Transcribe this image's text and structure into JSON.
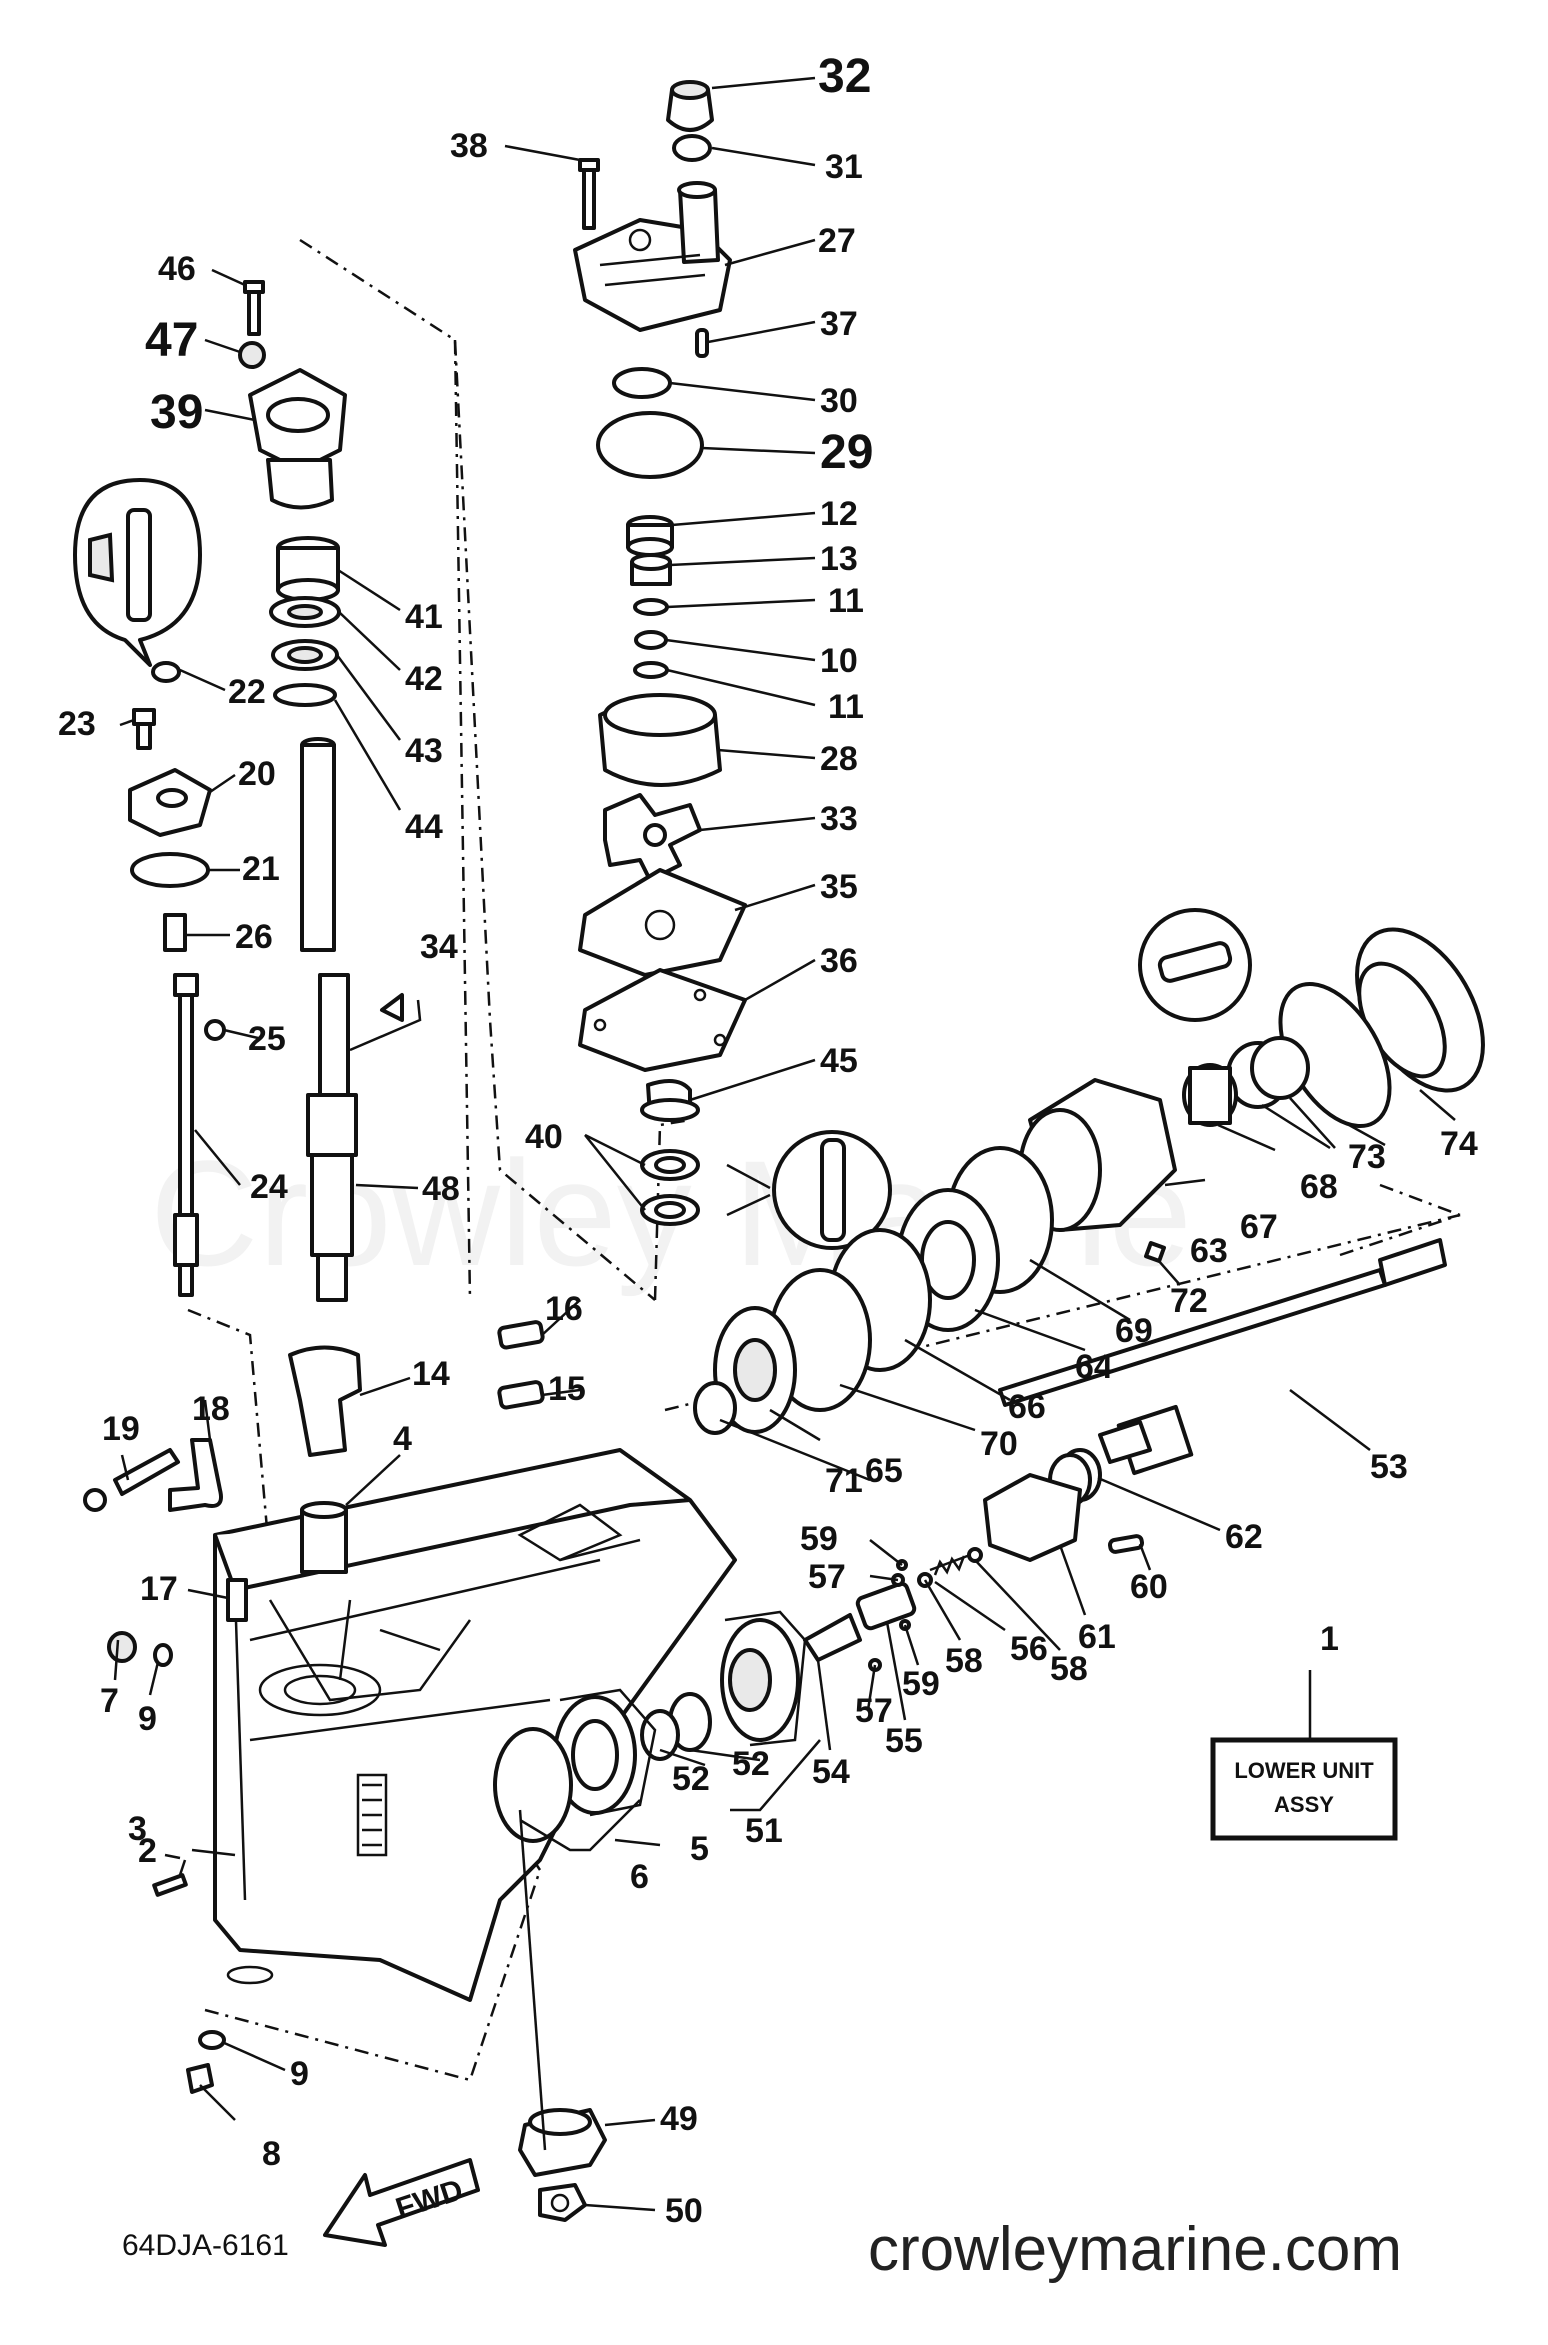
{
  "diagram": {
    "drawing_code": "64DJA-6161",
    "website": "crowleymarine.com",
    "watermark": "Crowley Marine",
    "assembly_box": {
      "line1": "LOWER UNIT",
      "line2": "ASSY"
    },
    "direction_arrow": "FWD",
    "callouts": {
      "p1": "1",
      "p2": "2",
      "p3": "3",
      "p4": "4",
      "p5": "5",
      "p6": "6",
      "p7": "7",
      "p8": "8",
      "p9a": "9",
      "p9b": "9",
      "p10": "10",
      "p11a": "11",
      "p11b": "11",
      "p12": "12",
      "p13": "13",
      "p14": "14",
      "p15": "15",
      "p16": "16",
      "p17": "17",
      "p18": "18",
      "p19": "19",
      "p20": "20",
      "p21": "21",
      "p22": "22",
      "p23": "23",
      "p24": "24",
      "p25": "25",
      "p26": "26",
      "p27": "27",
      "p28": "28",
      "p29": "29",
      "p30": "30",
      "p31": "31",
      "p32": "32",
      "p33": "33",
      "p34": "34",
      "p35": "35",
      "p36": "36",
      "p37": "37",
      "p38": "38",
      "p39": "39",
      "p40": "40",
      "p41": "41",
      "p42": "42",
      "p43": "43",
      "p44": "44",
      "p45": "45",
      "p46": "46",
      "p47": "47",
      "p48": "48",
      "p49": "49",
      "p50": "50",
      "p51": "51",
      "p52a": "52",
      "p52b": "52",
      "p53": "53",
      "p54": "54",
      "p55": "55",
      "p56": "56",
      "p57a": "57",
      "p57b": "57",
      "p58a": "58",
      "p58b": "58",
      "p59a": "59",
      "p59b": "59",
      "p60": "60",
      "p61": "61",
      "p62": "62",
      "p63": "63",
      "p64": "64",
      "p65": "65",
      "p66": "66",
      "p67": "67",
      "p68": "68",
      "p69": "69",
      "p70": "70",
      "p71": "71",
      "p72": "72",
      "p73": "73",
      "p74": "74"
    }
  }
}
